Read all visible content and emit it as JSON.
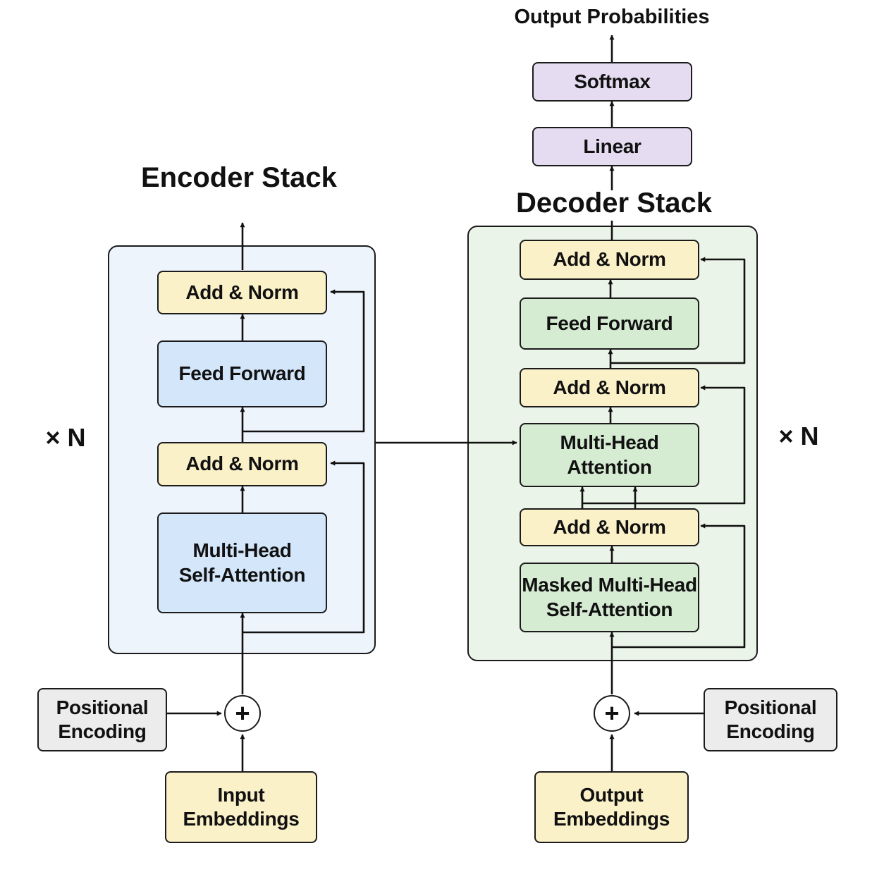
{
  "titles": {
    "encoder": "Encoder Stack",
    "decoder": "Decoder Stack",
    "output": "Output Probabilities"
  },
  "repeat": {
    "encoder": "× N",
    "decoder": "× N"
  },
  "encoder": {
    "add_norm_top": "Add & Norm",
    "feed_forward": "Feed Forward",
    "add_norm_bottom": "Add & Norm",
    "self_attention": "Multi-Head\nSelf-Attention"
  },
  "decoder": {
    "add_norm_top": "Add & Norm",
    "feed_forward": "Feed Forward",
    "add_norm_mid": "Add & Norm",
    "cross_attention": "Multi-Head\nAttention",
    "add_norm_bottom": "Add & Norm",
    "masked_attention": "Masked Multi-Head\nSelf-Attention"
  },
  "head": {
    "linear": "Linear",
    "softmax": "Softmax"
  },
  "inputs": {
    "input_embeddings": "Input\nEmbeddings",
    "output_embeddings": "Output\nEmbeddings",
    "pos_enc_left": "Positional\nEncoding",
    "pos_enc_right": "Positional\nEncoding",
    "sum_symbol": "+"
  },
  "colors": {
    "add_norm": "#fbf1c9",
    "encoder_block": "#d3e6fa",
    "decoder_block": "#d5ecd2",
    "output_head": "#e5dcf1",
    "positional": "#ececec",
    "encoder_bg": "#eef4fc",
    "decoder_bg": "#ebf4e8"
  }
}
